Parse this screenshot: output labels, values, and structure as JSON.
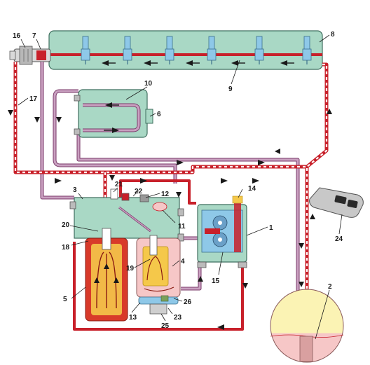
{
  "callouts": [
    {
      "id": "c1",
      "text": "1"
    },
    {
      "id": "c2",
      "text": "2"
    },
    {
      "id": "c3",
      "text": "3"
    },
    {
      "id": "c4",
      "text": "4"
    },
    {
      "id": "c5",
      "text": "5"
    },
    {
      "id": "c6",
      "text": "6"
    },
    {
      "id": "c7",
      "text": "7"
    },
    {
      "id": "c8",
      "text": "8"
    },
    {
      "id": "c9",
      "text": "9"
    },
    {
      "id": "c10",
      "text": "10"
    },
    {
      "id": "c11",
      "text": "11"
    },
    {
      "id": "c12",
      "text": "12"
    },
    {
      "id": "c13",
      "text": "13"
    },
    {
      "id": "c14",
      "text": "14"
    },
    {
      "id": "c15",
      "text": "15"
    },
    {
      "id": "c16",
      "text": "16"
    },
    {
      "id": "c17",
      "text": "17"
    },
    {
      "id": "c18",
      "text": "18"
    },
    {
      "id": "c19",
      "text": "19"
    },
    {
      "id": "c20",
      "text": "20"
    },
    {
      "id": "c21",
      "text": "21"
    },
    {
      "id": "c22",
      "text": "22"
    },
    {
      "id": "c23",
      "text": "23"
    },
    {
      "id": "c24",
      "text": "24"
    },
    {
      "id": "c25",
      "text": "25"
    },
    {
      "id": "c26",
      "text": "26"
    }
  ],
  "colors": {
    "rail_fill": "#a9d8c5",
    "rail_stroke": "#3f6f5f",
    "high_pressure": "#c8202a",
    "return_line": "#c9a0c0",
    "injector": "#8ec8e8",
    "tank_fuel": "#f6c7c7",
    "tank_air": "#fbf3b4",
    "filter_red": "#d83a2a",
    "heater_yellow": "#f5c84a"
  }
}
